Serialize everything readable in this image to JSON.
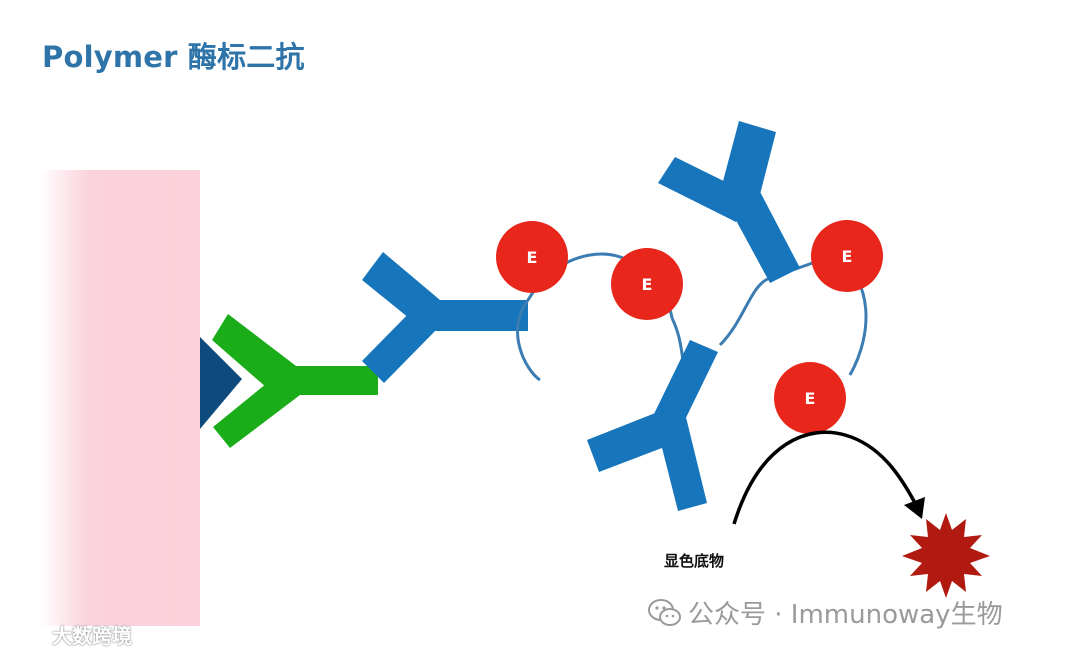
{
  "title": "Polymer 酶标二抗",
  "enzyme_letter": "E",
  "substrate_label": "显色底物",
  "watermark_right": "公众号 · Immunoway生物",
  "watermark_left": "大数跨境",
  "icons": {
    "wechat": "wechat-icon",
    "left_logo": "brand-logo-icon"
  },
  "colors": {
    "title": "#2f74a9",
    "tissue": "#fbd3dc",
    "antigen": "#0e4a7c",
    "primary_antibody": "#1aad19",
    "secondary_antibody": "#1775bb",
    "enzyme": "#e8261b",
    "polymer_chain": "#3b7db3",
    "product_star": "#b01a10",
    "arrow": "#000000"
  }
}
